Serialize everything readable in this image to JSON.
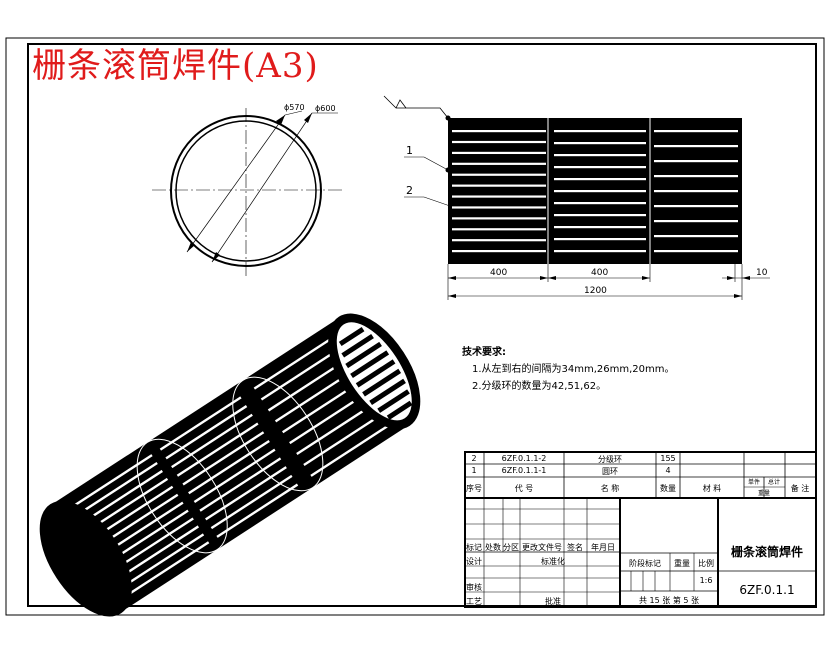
{
  "title": "栅条滚筒焊件(A3)",
  "dimensions": {
    "dia_inner": "ϕ570",
    "dia_outer": "ϕ600",
    "len_a": "400",
    "len_b": "400",
    "len_total": "1200",
    "len_end": "10"
  },
  "leaders": {
    "one": "1",
    "two": "2"
  },
  "tech_requirements": {
    "heading": "技术要求:",
    "items": [
      "1.从左到右的间隔为34mm,26mm,20mm。",
      "2.分级环的数量为42,51,62。"
    ]
  },
  "bom": {
    "rows": [
      {
        "no": "2",
        "code": "6ZF.0.1.1-2",
        "name": "分级环",
        "qty": "155"
      },
      {
        "no": "1",
        "code": "6ZF.0.1.1-1",
        "name": "圆环",
        "qty": "4"
      }
    ],
    "headers": {
      "no": "序号",
      "code": "代  号",
      "name": "名  称",
      "qty": "数量",
      "material": "材  料",
      "single": "单件",
      "total": "总计",
      "weight": "重量",
      "remark": "备 注"
    }
  },
  "title_block": {
    "mark": "标记",
    "count": "处数",
    "zone": "分区",
    "change_doc": "更改文件号",
    "signature": "签名",
    "date": "年月日",
    "design": "设计",
    "standardize": "标准化",
    "stage_mark": "阶段标记",
    "weight": "重量",
    "scale_label": "比例",
    "scale": "1:6",
    "review": "审核",
    "process": "工艺",
    "approve": "批准",
    "sheets": "共  15 张  第 5 张",
    "part_name": "栅条滚筒焊件",
    "drawing_no": "6ZF.0.1.1"
  }
}
